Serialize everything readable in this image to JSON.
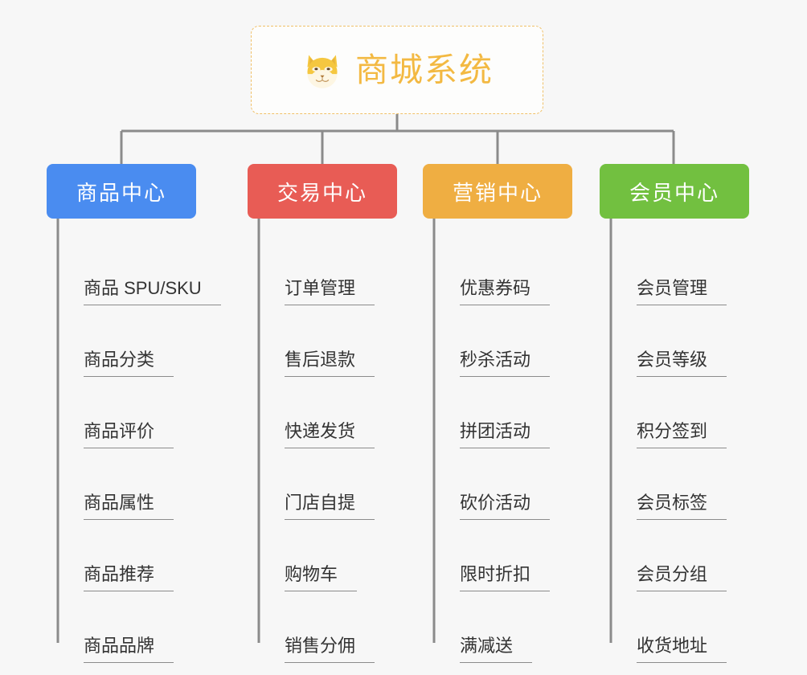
{
  "root": {
    "title": "商城系统",
    "icon": "shiba-dog-emoji",
    "border_color": "#f0c068",
    "text_color": "#f3b942"
  },
  "colors": {
    "background": "#f7f7f7",
    "connector": "#8b8b8b",
    "leaf_text": "#333333",
    "category_text": "#ffffff"
  },
  "columns": [
    {
      "title": "商品中心",
      "color": "#4a8cf0",
      "items": [
        "商品 SPU/SKU",
        "商品分类",
        "商品评价",
        "商品属性",
        "商品推荐",
        "商品品牌"
      ]
    },
    {
      "title": "交易中心",
      "color": "#e85c55",
      "items": [
        "订单管理",
        "售后退款",
        "快递发货",
        "门店自提",
        "购物车",
        "销售分佣"
      ]
    },
    {
      "title": "营销中心",
      "color": "#efae42",
      "items": [
        "优惠券码",
        "秒杀活动",
        "拼团活动",
        "砍价活动",
        "限时折扣",
        "满减送"
      ]
    },
    {
      "title": "会员中心",
      "color": "#72c040",
      "items": [
        "会员管理",
        "会员等级",
        "积分签到",
        "会员标签",
        "会员分组",
        "收货地址"
      ]
    }
  ]
}
